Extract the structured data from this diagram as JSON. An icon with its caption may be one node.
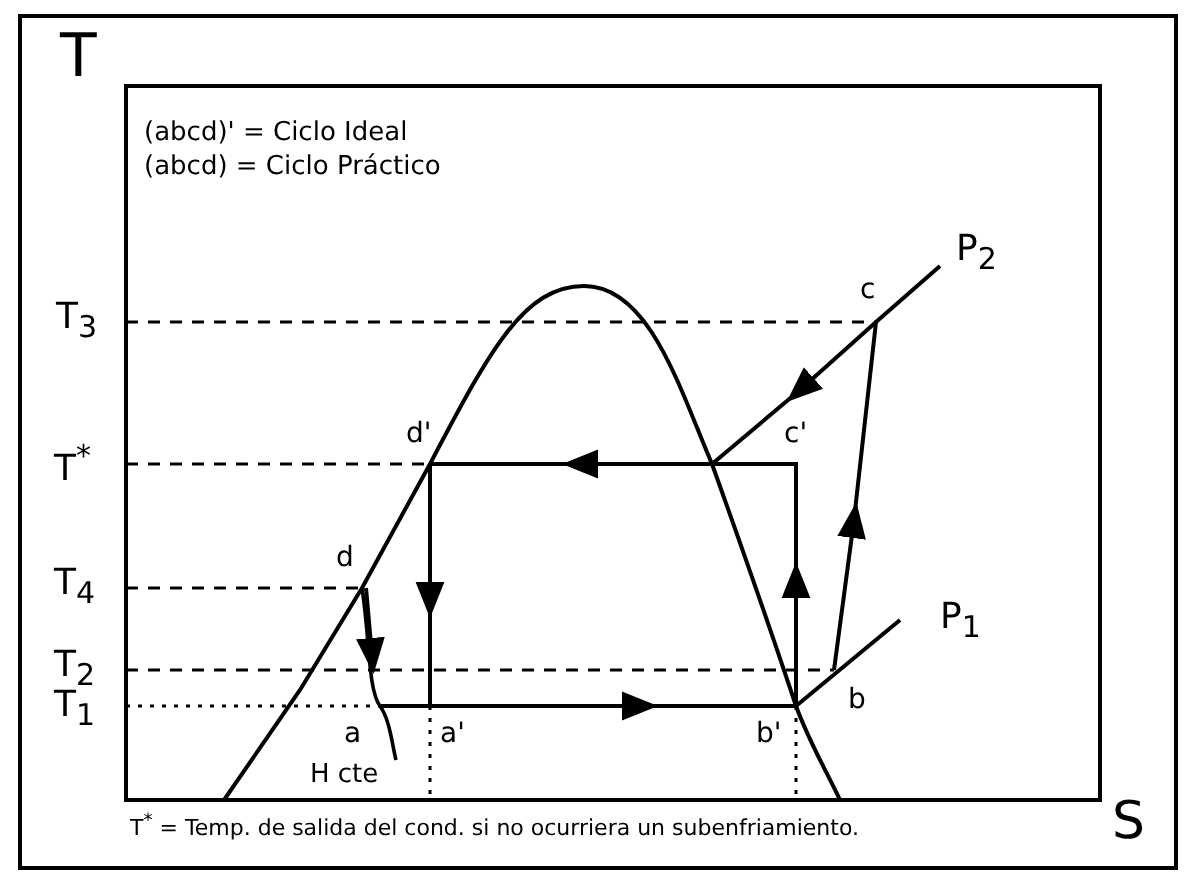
{
  "diagram": {
    "labels": [
      "T",
      "(abcd)' = Ciclo Ideal",
      "(abcd) = Ciclo Práctico",
      "T$_{3}$",
      "P$_{2}$",
      "c",
      "T$^{*}$",
      "d'",
      "c'",
      "d",
      "T$_{4}$",
      "P$_{1}$",
      "T$_{2}$",
      "T$_{1}$",
      "b",
      "a",
      "a'",
      "b'",
      "H cte",
      "T$^{*}$ = Temp. de salida del cond. si no ocurriera un subenfriamiento.",
      "S"
    ]
  }
}
